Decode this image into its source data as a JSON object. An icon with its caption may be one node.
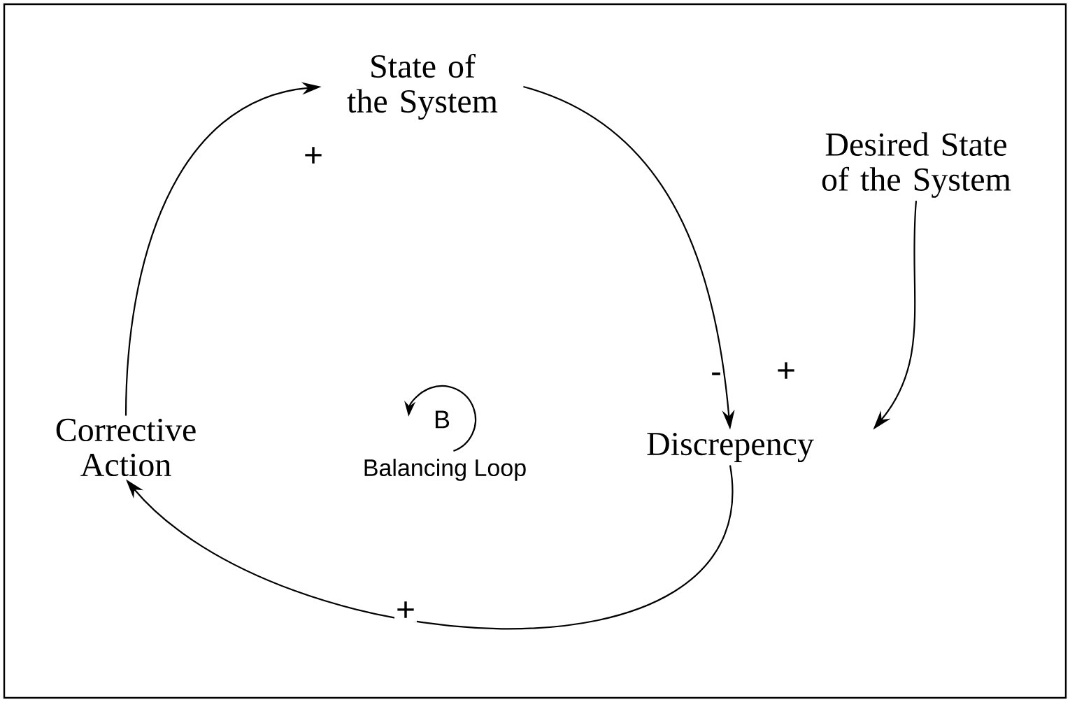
{
  "diagram": {
    "nodes": [
      {
        "text": [
          "State of the System"
        ]
      },
      {
        "text": [
          "Desired State of the System"
        ]
      },
      {
        "text": [
          "Corrective Action"
        ]
      },
      {
        "text": [
          "Discrepency"
        ]
      }
    ],
    "edges": [
      {
        "from": 0,
        "to": 3,
        "arrow": "to",
        "label": "-"
      },
      {
        "from": 1,
        "to": 3,
        "arrow": "to",
        "label": "+"
      },
      {
        "from": 3,
        "to": 2,
        "arrow": "to",
        "label": "+"
      },
      {
        "from": 2,
        "to": 0,
        "arrow": "to",
        "label": "+"
      }
    ],
    "labels": [
      "B",
      "Balancing Loop"
    ]
  }
}
